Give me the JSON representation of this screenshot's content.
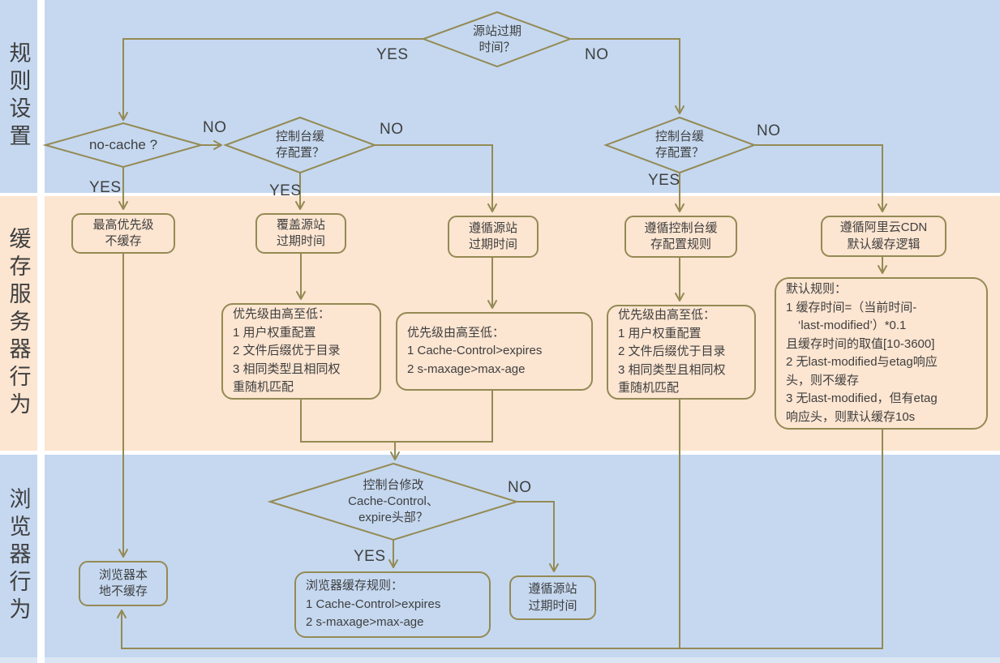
{
  "colors": {
    "band_blue": "#c5d8f0",
    "band_orange": "#fce5d1",
    "line": "#948a54",
    "text": "#3f3f3f"
  },
  "sidebar": {
    "sections": [
      {
        "label": "规则设置"
      },
      {
        "label": "缓存服务器行为"
      },
      {
        "label": "浏览器行为"
      }
    ]
  },
  "edge_labels": {
    "yes": "YES",
    "no": "NO"
  },
  "decisions": {
    "origin_expiry": {
      "label": "源站过期\n时间？"
    },
    "no_cache": {
      "label": "no-cache ?"
    },
    "console_cache_left": {
      "label": "控制台缓\n存配置？"
    },
    "console_cache_right": {
      "label": "控制台缓\n存配置？"
    },
    "console_modify_headers": {
      "label": "控制台修改\nCache-Control、\nexpire头部？"
    }
  },
  "processes": {
    "highest_priority_no_cache": {
      "label": "最高优先级\n不缓存"
    },
    "override_origin_expiry": {
      "label": "覆盖源站\n过期时间"
    },
    "follow_origin_expiry": {
      "label": "遵循源站\n过期时间"
    },
    "follow_console_rules": {
      "label": "遵循控制台缓\n存配置规则"
    },
    "follow_cdn_default": {
      "label": "遵循阿里云CDN\n默认缓存逻辑"
    },
    "priority_weight_left": {
      "label": "优先级由高至低：\n1 用户权重配置\n2 文件后缀优于目录\n3 相同类型且相同权\n重随机匹配"
    },
    "priority_cache_control": {
      "label": "优先级由高至低：\n1 Cache-Control>expires\n2 s-maxage>max-age"
    },
    "priority_weight_right": {
      "label": "优先级由高至低：\n1 用户权重配置\n2 文件后缀优于目录\n3 相同类型且相同权\n重随机匹配"
    },
    "default_rules": {
      "label": "默认规则：\n1 缓存时间=（当前时间-\n　‘last-modified’）*0.1\n且缓存时间的取值[10-3600]\n2 无last-modified与etag响应\n头，则不缓存\n3 无last-modified，但有etag\n响应头，则默认缓存10s"
    },
    "browser_no_cache": {
      "label": "浏览器本\n地不缓存"
    },
    "browser_cache_rules": {
      "label": "浏览器缓存规则：\n1 Cache-Control>expires\n2 s-maxage>max-age"
    },
    "browser_follow_origin": {
      "label": "遵循源站\n过期时间"
    }
  }
}
